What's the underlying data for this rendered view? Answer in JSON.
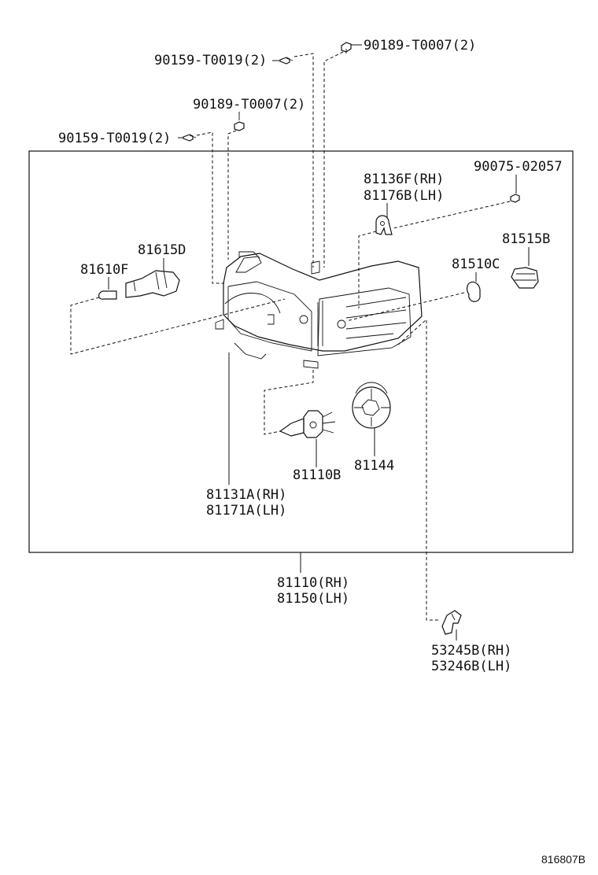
{
  "labels": {
    "screw_top_left": "90159-T0019(2)",
    "bolt_top_right": "90189-T0007(2)",
    "bolt_mid": "90189-T0007(2)",
    "screw_mid_left": "90159-T0019(2)",
    "clip_rh": "81136F(RH)",
    "clip_lh": "81176B(LH)",
    "screw_right": "90075-02057",
    "socket_right": "81515B",
    "bulb_right": "81510C",
    "socket_left": "81615D",
    "bulb_left": "81610F",
    "headlamp_bulb": "81110B",
    "cover": "81144",
    "housing_rh": "81131A(RH)",
    "housing_lh": "81171A(LH)",
    "assy_rh": "81110(RH)",
    "assy_lh": "81150(LH)",
    "bracket_rh": "53245B(RH)",
    "bracket_lh": "53246B(LH)"
  },
  "figure_id": "816807B"
}
